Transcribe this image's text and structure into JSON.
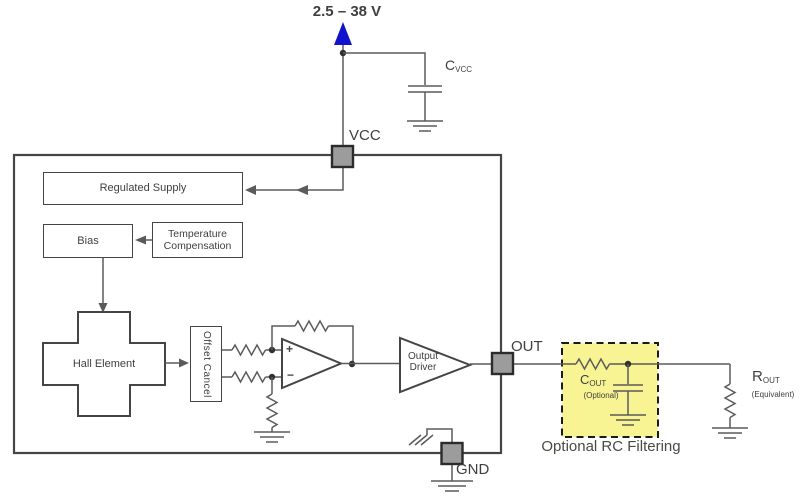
{
  "diagram": {
    "supply_voltage_label": "2.5 – 38 V",
    "pins": {
      "vcc": "VCC",
      "out": "OUT",
      "gnd": "GND"
    },
    "blocks": {
      "regulated_supply": "Regulated Supply",
      "bias": "Bias",
      "temperature_compensation": "Temperature Compensation",
      "hall_element": "Hall Element",
      "offset_cancel": "Offset Cancel",
      "output_driver": "Output Driver"
    },
    "opamp": {
      "plus": "+",
      "minus": "−"
    },
    "components": {
      "cvcc": {
        "main": "C",
        "sub": "VCC"
      },
      "cout": {
        "main": "C",
        "sub": "OUT",
        "note": "(Optional)"
      },
      "rout": {
        "main": "R",
        "sub": "OUT",
        "note": "(Equivalent)"
      }
    },
    "captions": {
      "rc_filtering": "Optional RC Filtering"
    }
  },
  "colors": {
    "wire": "#5b5b5b",
    "line-dark": "#454545",
    "text": "#3f3f3f",
    "pin-fill": "#9c9c9c",
    "pin-border": "#2b2b2b",
    "filter-fill": "#f8f493",
    "filter-border": "#1a1a1a",
    "supply-arrow": "#1212cc",
    "background": "#ffffff"
  }
}
